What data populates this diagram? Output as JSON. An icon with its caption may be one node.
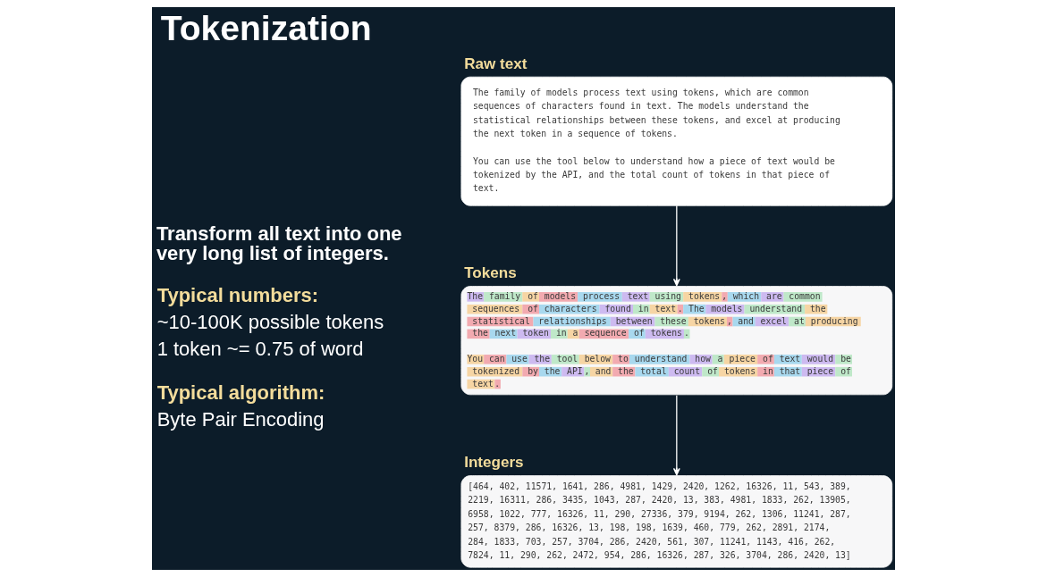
{
  "diagram": {
    "title": "Tokenization",
    "nodes": [
      {
        "text": [
          "Raw text",
          "The family of models process text using tokens, which are common sequences of characters found in text. The models understand the statistical relationships between these tokens, and excel at producing the next token in a sequence of tokens.",
          "You can use the tool below to understand how a piece of text would be tokenized by the API, and the total count of tokens in that piece of text."
        ]
      },
      {
        "text": [
          "Tokens",
          "The family of models process text using tokens, which are common sequences of characters found in text. The models understand the statistical relationships between these tokens, and excel at producing the next token in a sequence of tokens.",
          "You can use the tool below to understand how a piece of text would be tokenized by the API, and the total count of tokens in that piece of text."
        ]
      },
      {
        "text": [
          "Integers",
          "[464, 402, 11571, 1641, 286, 4981, 1429, 2420, 1262, 16326, 11, 543, 389, 2219, 16311, 286, 3435, 1043, 287, 2420, 13, 383, 4981, 1833, 262, 13905, 6958, 1022, 777, 16326, 11, 290, 27336, 379, 9194, 262, 1306, 11241, 287, 257, 8379, 286, 16326, 13, 198, 198, 1639, 460, 779, 262, 2891, 2174, 284, 1833, 703, 257, 3704, 286, 2420, 561, 307, 11241, 1143, 416, 262, 7824, 11, 290, 262, 2472, 954, 286, 16326, 287, 326, 3704, 286, 2420, 13]"
        ]
      }
    ],
    "edges": [
      {
        "from": 0,
        "to": 1,
        "arrow": "to"
      },
      {
        "from": 1,
        "to": 2,
        "arrow": "to"
      }
    ],
    "labels": [
      "Transform all text into one very long list of integers.",
      "Typical numbers:",
      "~10-100K possible tokens",
      "1 token ~= 0.75 of word",
      "Typical algorithm:",
      "Byte Pair Encoding"
    ]
  }
}
